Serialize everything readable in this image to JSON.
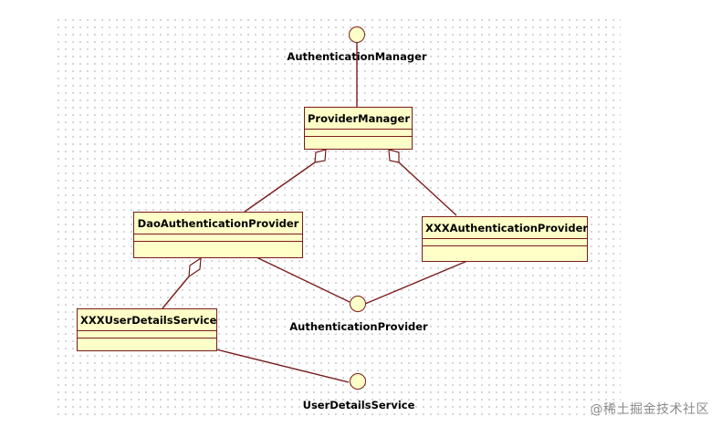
{
  "interfaces": {
    "authentication_manager": "AuthenticationManager",
    "authentication_provider": "AuthenticationProvider",
    "user_details_service": "UserDetailsService"
  },
  "classes": {
    "provider_manager": "ProviderManager",
    "dao_authentication_provider": "DaoAuthenticationProvider",
    "xxx_authentication_provider": "XXXAuthenticationProvider",
    "xxx_user_details_service": "XXXUserDetailsService"
  },
  "watermark": "@稀土掘金技术社区",
  "colors": {
    "class_fill": "#ffffc8",
    "line": "#7a1c1c",
    "grid_dot": "#c9c9c9"
  }
}
